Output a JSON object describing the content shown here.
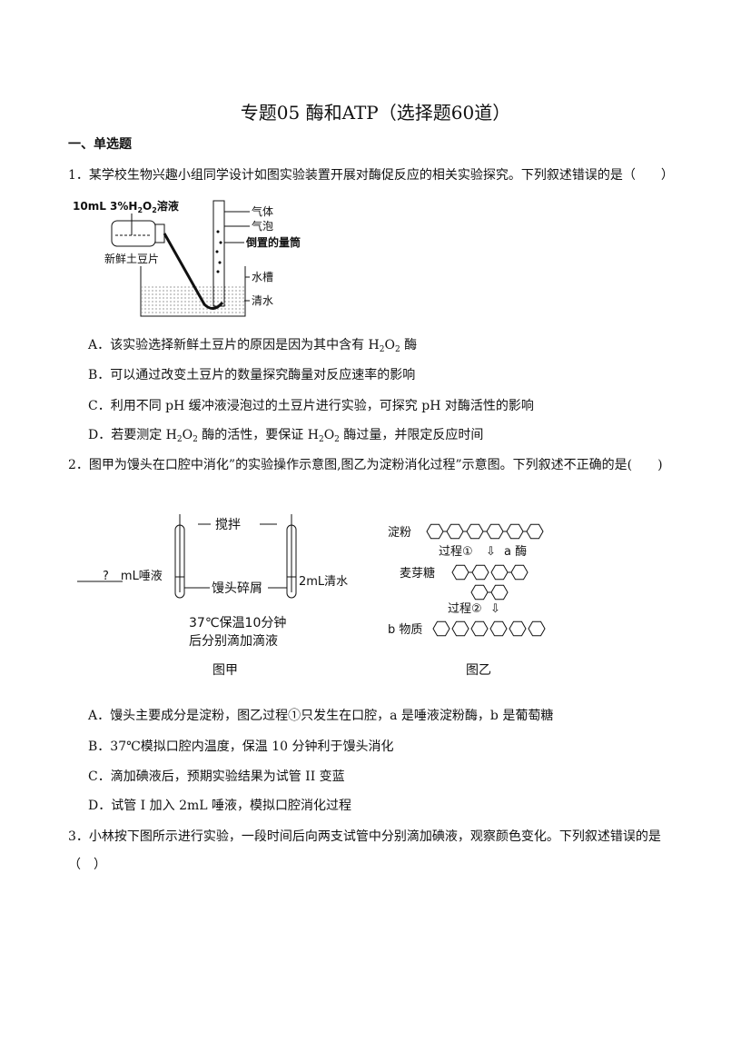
{
  "title": "专题05  酶和ATP（选择题60道）",
  "section": "一、单选题",
  "questions": [
    {
      "stem": "1．某学校生物兴趣小组同学设计如图实验装置开展对酶促反应的相关实验探究。下列叙述错误的是（　　）",
      "figure": {
        "top_label": [
          "10mL 3%H",
          "2",
          "O",
          "2",
          "溶液"
        ],
        "potato": "新鲜土豆片",
        "gas": "气体",
        "bubble": "气泡",
        "cylinder": "倒置的量筒",
        "trough": "水槽",
        "water": "清水"
      },
      "options": [
        [
          {
            "t": "A．该实验选择新鲜土豆片的原因是因为其中含有 H"
          },
          {
            "s": "2"
          },
          {
            "t": "O"
          },
          {
            "s": "2"
          },
          {
            "t": " 酶"
          }
        ],
        [
          {
            "t": "B．可以通过改变土豆片的数量探究酶量对反应速率的影响"
          }
        ],
        [
          {
            "t": "C．利用不同 pH 缓冲液浸泡过的土豆片进行实验，可探究 pH 对酶活性的影响"
          }
        ],
        [
          {
            "t": "D．若要测定 H"
          },
          {
            "s": "2"
          },
          {
            "t": "O"
          },
          {
            "s": "2"
          },
          {
            "t": " 酶的活性，要保证 H"
          },
          {
            "s": "2"
          },
          {
            "t": "O"
          },
          {
            "s": "2"
          },
          {
            "t": " 酶过量，并限定反应时间"
          }
        ]
      ]
    },
    {
      "stem": "2．图甲为馒头在口腔中消化”的实验操作示意图,图乙为淀粉消化过程”示意图。下列叙述不正确的是(　　)",
      "figure": {
        "stir": "搅拌",
        "saliva": "?　mL唾液",
        "crumbs": "馒头碎屑",
        "water": "2mL清水",
        "cond1": "37℃保温10分钟",
        "cond2": "后分别滴加滴液",
        "fig_a": "图甲",
        "starch": "淀粉",
        "proc1": "过程①",
        "enzyme": "a 酶",
        "maltose": "麦芽糖",
        "proc2": "过程②",
        "b": "b 物质",
        "fig_b": "图乙"
      },
      "options": [
        [
          {
            "t": "A．馒头主要成分是淀粉，图乙过程①只发生在口腔，a 是唾液淀粉酶，b 是葡萄糖"
          }
        ],
        [
          {
            "t": "B．37℃模拟口腔内温度，保温 10 分钟利于馒头消化"
          }
        ],
        [
          {
            "t": "C．滴加碘液后，预期实验结果为试管 II 变蓝"
          }
        ],
        [
          {
            "t": "D．试管 I 加入 2mL 唾液，模拟口腔消化过程"
          }
        ]
      ]
    },
    {
      "stem": "3．小林按下图所示进行实验，一段时间后向两支试管中分别滴加碘液，观察颜色变化。下列叙述错误的是",
      "stem2": "（　）"
    }
  ]
}
